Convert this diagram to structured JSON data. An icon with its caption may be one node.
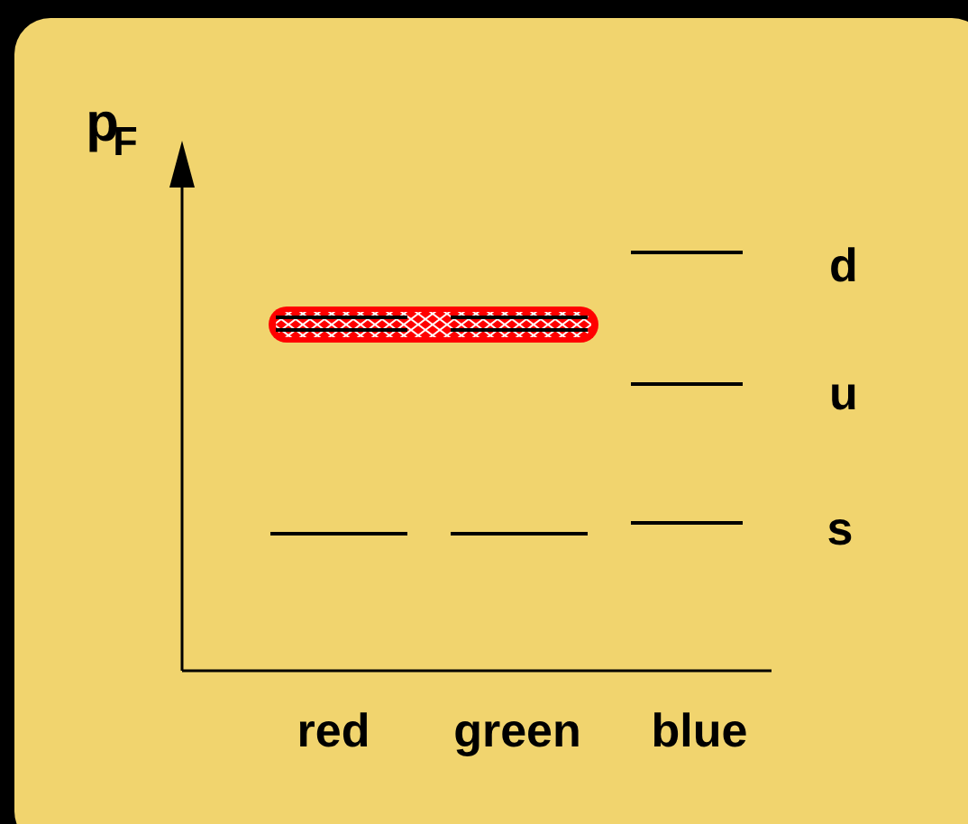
{
  "diagram": {
    "labels": [
      "p$_{F}$",
      "d",
      "u",
      "s",
      "red",
      "green",
      "blue"
    ]
  }
}
